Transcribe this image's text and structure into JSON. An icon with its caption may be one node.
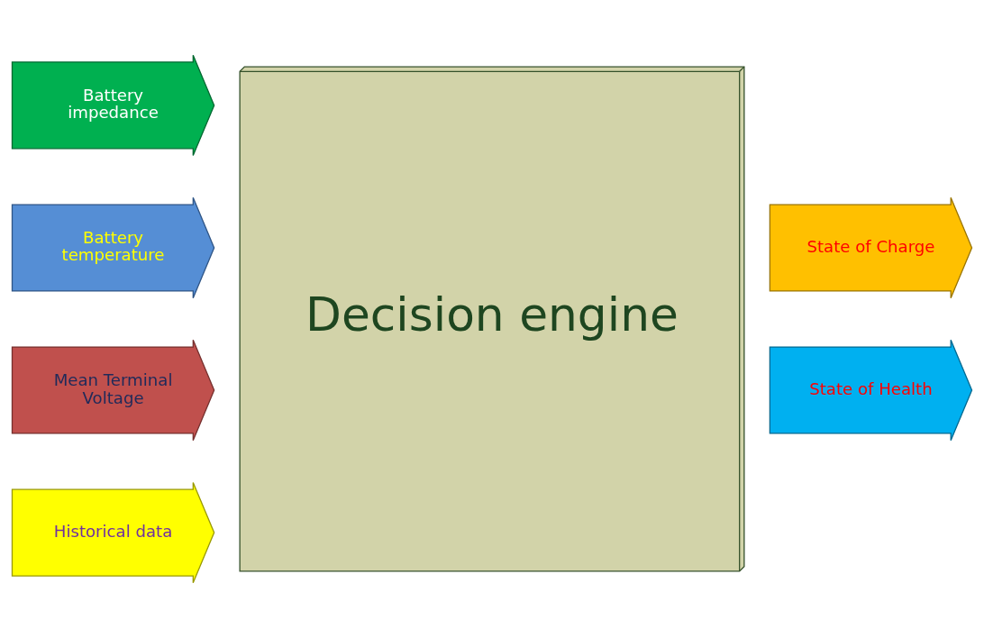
{
  "diagram": {
    "nodes": [
      {
        "text": [
          "Battery impedance"
        ]
      },
      {
        "text": [
          "Battery temperature"
        ]
      },
      {
        "text": [
          "Mean Terminal Voltage"
        ]
      },
      {
        "text": [
          "Historical data"
        ]
      },
      {
        "text": [
          "Decision engine"
        ]
      },
      {
        "text": [
          "State of Charge"
        ]
      },
      {
        "text": [
          "State of Health"
        ]
      }
    ]
  }
}
